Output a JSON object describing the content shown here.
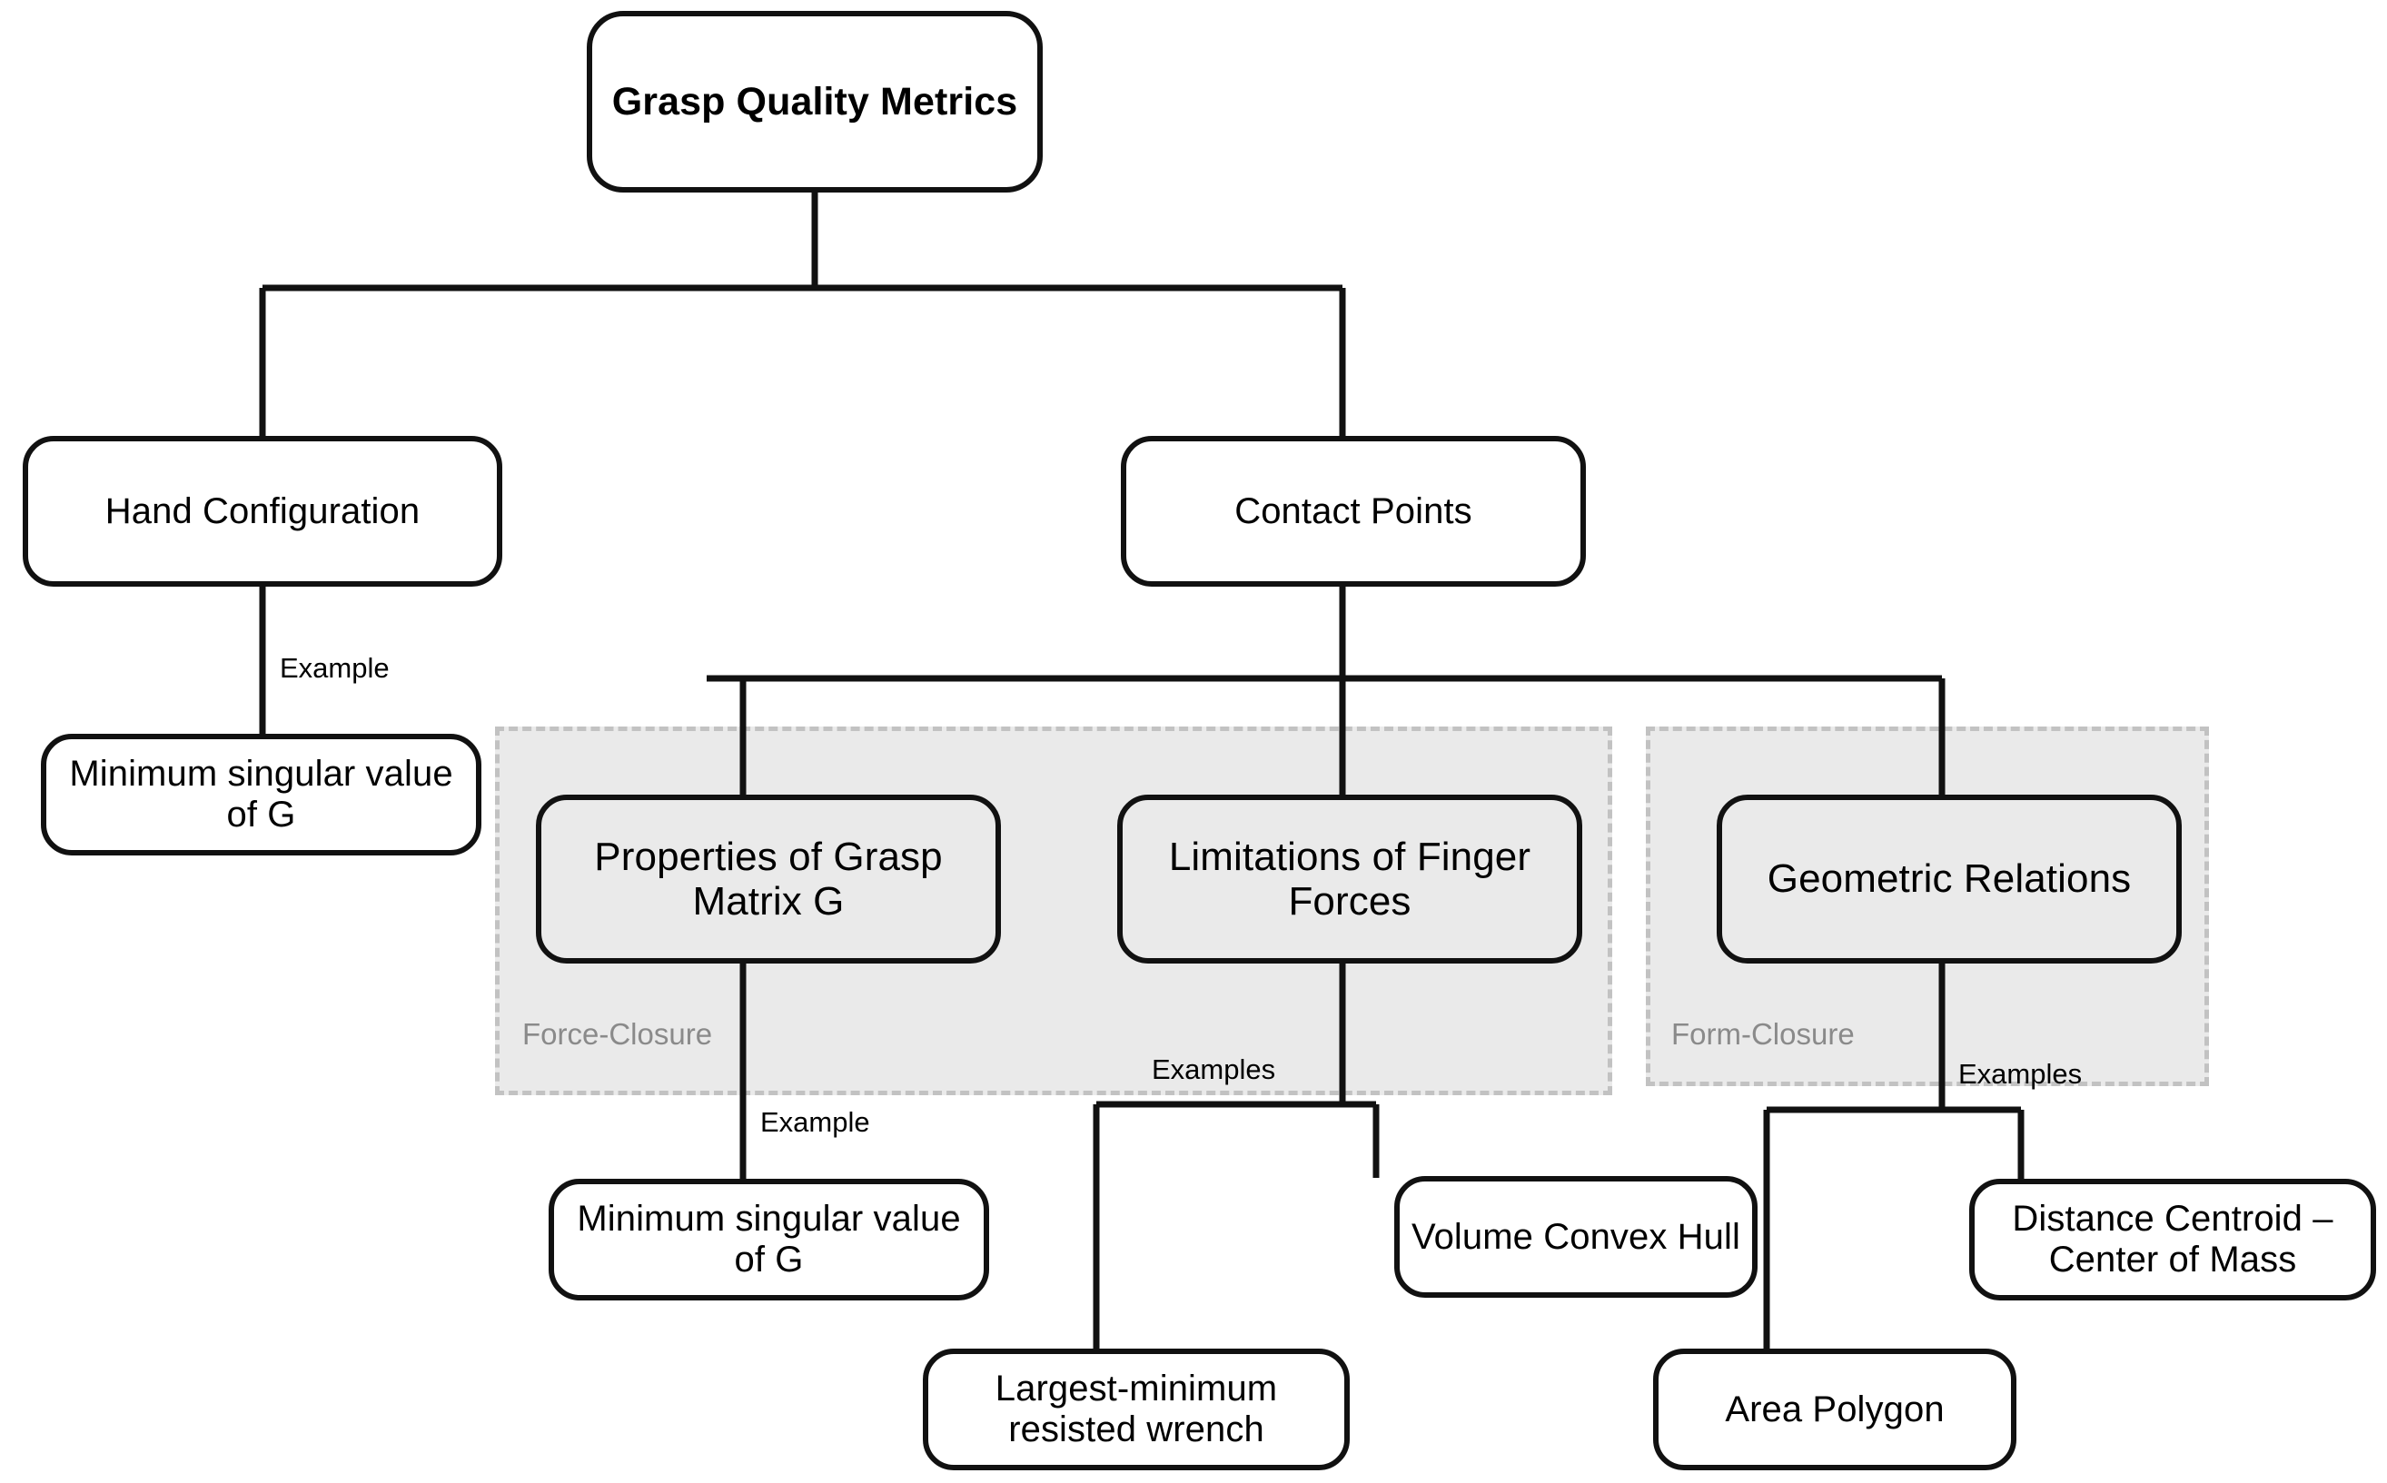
{
  "diagram": {
    "title": "Grasp Quality Metrics taxonomy",
    "colors": {
      "node_border": "#111111",
      "group_fill": "#eaeaea",
      "group_border": "#c2c2c2",
      "group_label_text": "#8a8a8a",
      "text": "#000000",
      "background": "#ffffff"
    },
    "nodes": {
      "root": "Grasp Quality Metrics",
      "hand_configuration": "Hand Configuration",
      "contact_points": "Contact Points",
      "min_sing_left": "Minimum singular value of G",
      "properties_grasp_matrix": "Properties of Grasp Matrix G",
      "limitations_finger_forces": "Limitations of Finger Forces",
      "geometric_relations": "Geometric Relations",
      "min_sing_center": "Minimum singular value of G",
      "volume_convex_hull": "Volume Convex Hull",
      "largest_min_wrench": "Largest-minimum resisted wrench",
      "distance_centroid": "Distance Centroid – Center of Mass",
      "area_polygon": "Area Polygon"
    },
    "groups": {
      "force_closure": "Force-Closure",
      "form_closure": "Form-Closure"
    },
    "edge_labels": {
      "example_left": "Example",
      "example_center": "Example",
      "examples_middle": "Examples",
      "examples_right": "Examples"
    }
  }
}
